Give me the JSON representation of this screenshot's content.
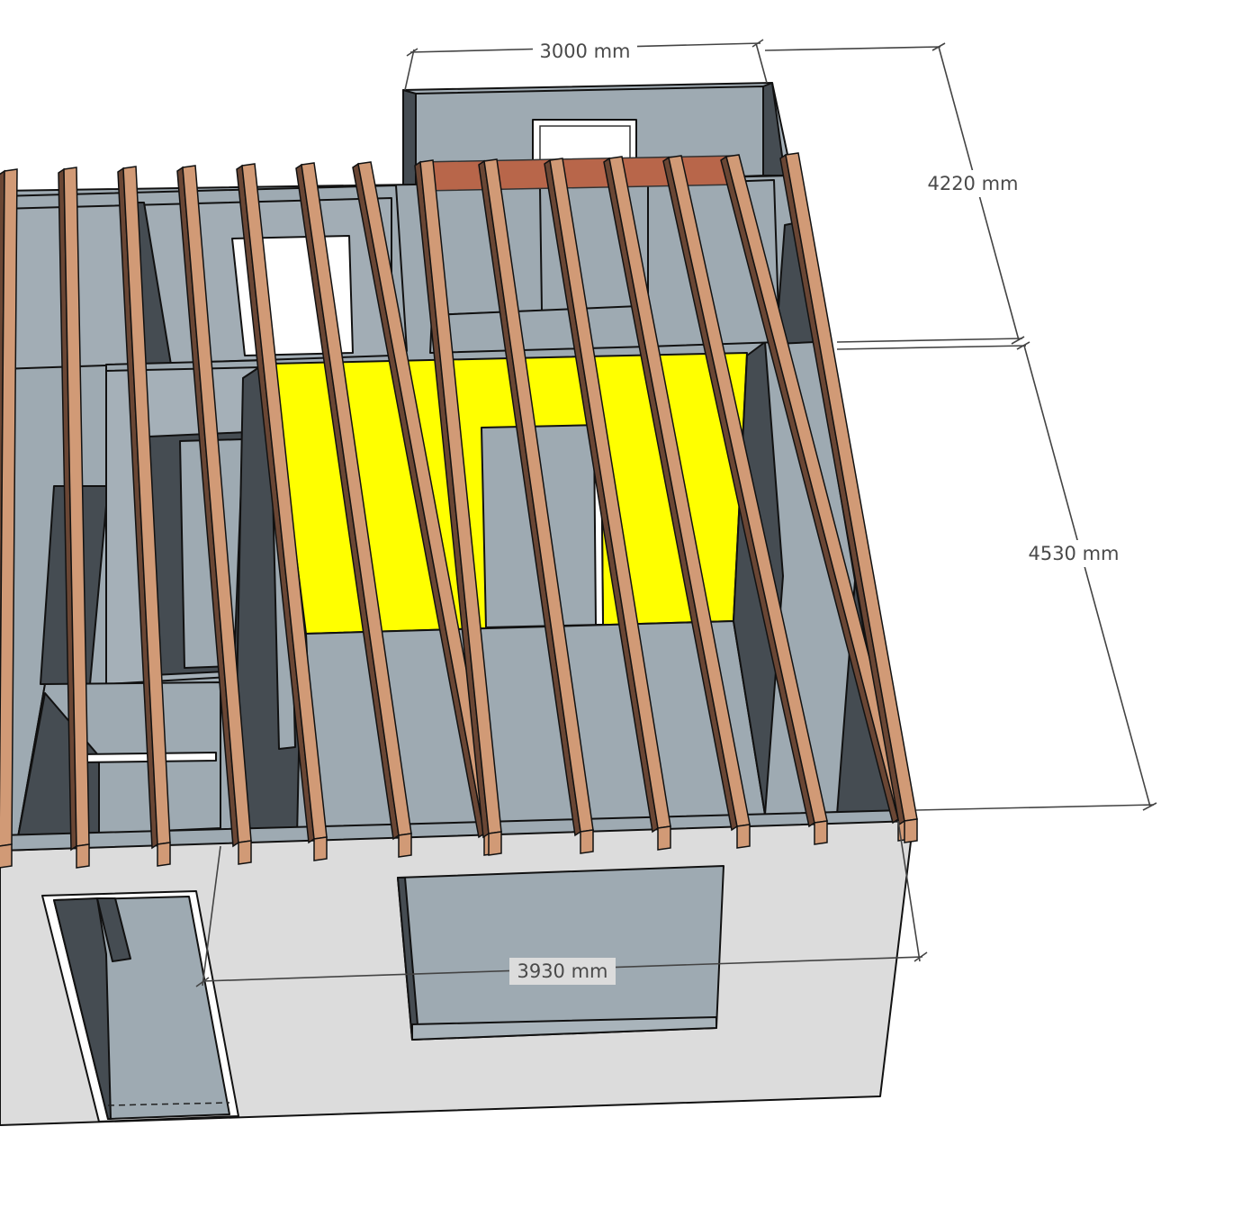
{
  "dimensions": {
    "width_3000": "3000 mm",
    "depth_4220": "4220 mm",
    "depth_4530": "4530 mm",
    "width_3930": "3930 mm"
  },
  "colors": {
    "wall_gray": "#9eaab2",
    "wall_shadow": "#454c52",
    "facade": "#dcdcdc",
    "joist": "#d19a76",
    "joist_dark": "#6a4634",
    "highlight": "#ffff00",
    "header_beam": "#b8664a"
  }
}
